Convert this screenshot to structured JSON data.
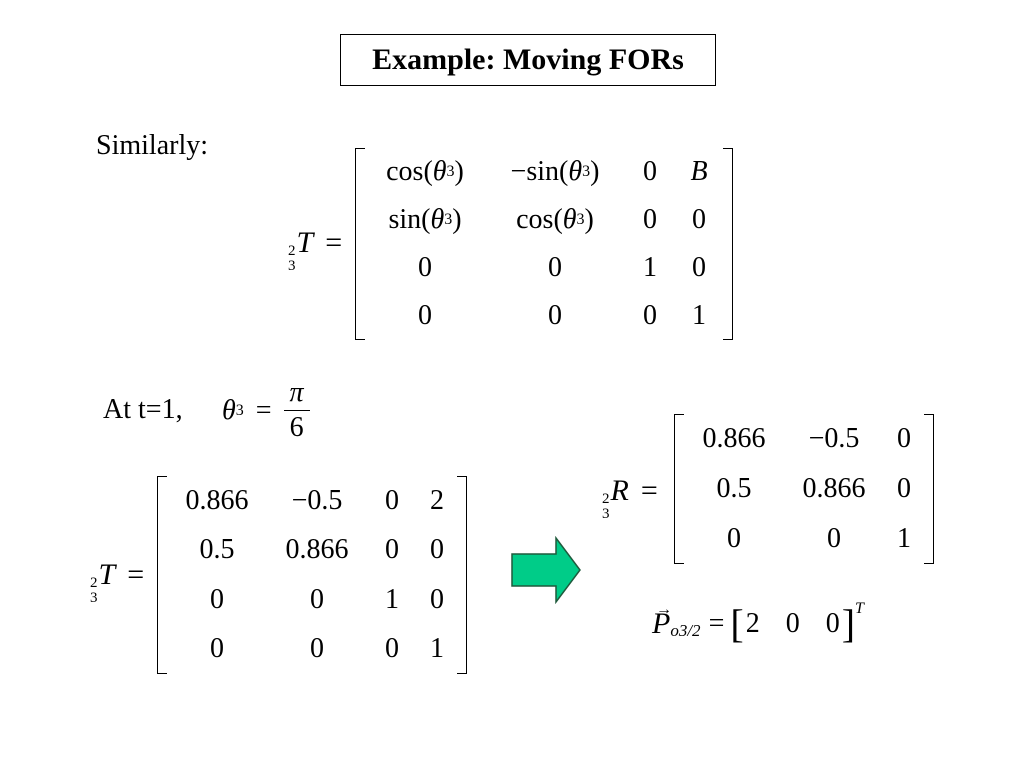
{
  "title": "Example: Moving FORs",
  "similarly_label": "Similarly:",
  "at_t_label": "At t=1,",
  "theta_eq": {
    "symbol": "θ",
    "sub": "3",
    "eq": "=",
    "numerator": "π",
    "denominator": "6"
  },
  "matrix_general": {
    "pre_sup": "2",
    "pre_sub": "3",
    "symbol": "T",
    "eq": "=",
    "rows": [
      [
        {
          "fn": "cos(",
          "var": "θ",
          "sub": "3",
          "close": ")"
        },
        {
          "fn": "−sin(",
          "var": "θ",
          "sub": "3",
          "close": ")"
        },
        {
          "text": "0"
        },
        {
          "text": "B",
          "italic": true
        }
      ],
      [
        {
          "fn": "sin(",
          "var": "θ",
          "sub": "3",
          "close": ")"
        },
        {
          "fn": "cos(",
          "var": "θ",
          "sub": "3",
          "close": ")"
        },
        {
          "text": "0"
        },
        {
          "text": "0"
        }
      ],
      [
        {
          "text": "0"
        },
        {
          "text": "0"
        },
        {
          "text": "1"
        },
        {
          "text": "0"
        }
      ],
      [
        {
          "text": "0"
        },
        {
          "text": "0"
        },
        {
          "text": "0"
        },
        {
          "text": "1"
        }
      ]
    ]
  },
  "matrix_numeric": {
    "pre_sup": "2",
    "pre_sub": "3",
    "symbol": "T",
    "eq": "=",
    "rows": [
      [
        "0.866",
        "−0.5",
        "0",
        "2"
      ],
      [
        "0.5",
        "0.866",
        "0",
        "0"
      ],
      [
        "0",
        "0",
        "1",
        "0"
      ],
      [
        "0",
        "0",
        "0",
        "1"
      ]
    ]
  },
  "matrix_rotation": {
    "pre_sup": "2",
    "pre_sub": "3",
    "symbol": "R",
    "eq": "=",
    "rows": [
      [
        "0.866",
        "−0.5",
        "0"
      ],
      [
        "0.5",
        "0.866",
        "0"
      ],
      [
        "0",
        "0",
        "1"
      ]
    ]
  },
  "position_vector": {
    "arrow": "→",
    "symbol": "P",
    "sub": "o3/2",
    "eq": "=",
    "open": "[",
    "values": [
      "2",
      "0",
      "0"
    ],
    "close": "]",
    "sup": "T"
  },
  "colors": {
    "arrow_fill": "#00cc88",
    "arrow_stroke": "#1f5a3c"
  },
  "icons": {
    "arrow": "right-arrow-icon"
  }
}
